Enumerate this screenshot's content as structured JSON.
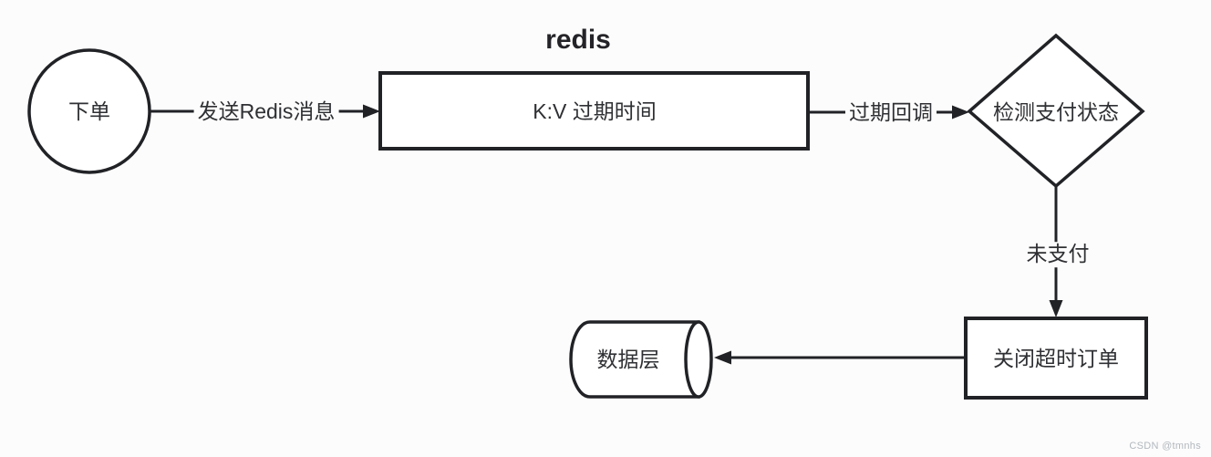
{
  "diagram": {
    "title": "redis",
    "nodes": {
      "order": {
        "label": "下单",
        "shape": "circle"
      },
      "redis_kv": {
        "label": "K:V 过期时间",
        "shape": "rectangle"
      },
      "check_payment": {
        "label": "检测支付状态",
        "shape": "diamond"
      },
      "close_order": {
        "label": "关闭超时订单",
        "shape": "rectangle"
      },
      "data_layer": {
        "label": "数据层",
        "shape": "cylinder"
      }
    },
    "edges": {
      "send_redis_msg": {
        "label": "发送Redis消息",
        "from": "order",
        "to": "redis_kv"
      },
      "expire_callback": {
        "label": "过期回调",
        "from": "redis_kv",
        "to": "check_payment"
      },
      "unpaid": {
        "label": "未支付",
        "from": "check_payment",
        "to": "close_order"
      },
      "write_db": {
        "label": "",
        "from": "close_order",
        "to": "data_layer"
      }
    },
    "colors": {
      "stroke": "#212226",
      "text": "#2f3033",
      "background": "#fcfcfc",
      "watermark_text": "#b2b8bd"
    }
  },
  "watermark": "CSDN @tmnhs"
}
